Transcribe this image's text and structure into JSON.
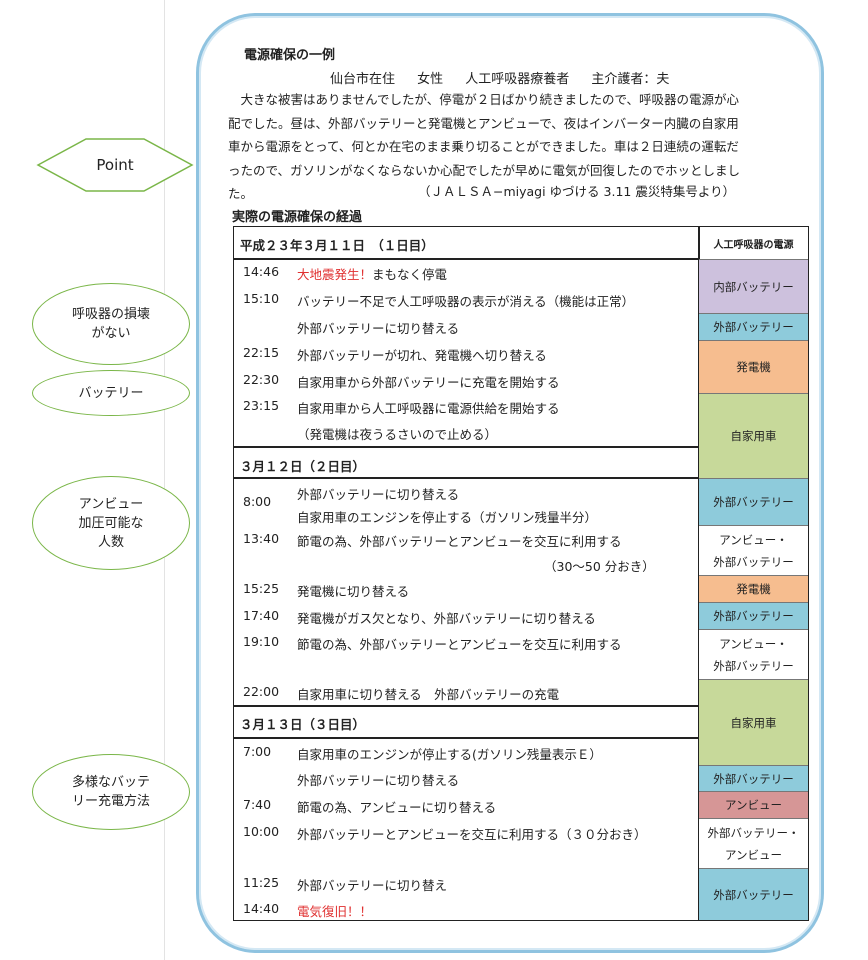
{
  "side": {
    "point_label": "Point",
    "callouts": [
      "呼吸器の損壊\nがない",
      "バッテリー",
      "アンビュー\n加圧可能な\n人数",
      "多様なバッテ\nリー充電方法"
    ]
  },
  "article": {
    "title": "電源確保の一例",
    "byline": "仙台市在住 女性 人工呼吸器療養者 主介護者：夫",
    "paragraph_lines": [
      "　大きな被害はありませんでしたが、停電が２日ばかり続きましたので、呼吸器の電源が心",
      "配でした。昼は、外部バッテリーと発電機とアンビューで、夜はインバーター内臓の自家用",
      "車から電源をとって、何とか在宅のまま乗り切ることができました。車は２日連続の運転だ",
      "ったので、ガソリンがなくならないか心配でしたが早めに電気が回復したのでホッとしまし",
      "た。"
    ],
    "source": "（ＪＡＬＳＡ−miyagi ゆづける 3.11 震災特集号より）",
    "subtitle": "実際の電源確保の経過"
  },
  "table": {
    "power_header": "人工呼吸器の電源",
    "days": [
      "平成２３年３月１１日　（１日目）",
      "３月１２日（２日目）",
      "３月１３日（３日目）"
    ],
    "events": [
      {
        "time": "14:46",
        "red": "大地震発生！",
        "text": "まもなく停電"
      },
      {
        "time": "15:10",
        "text": "バッテリー不足で人工呼吸器の表示が消える（機能は正常）"
      },
      {
        "time": "",
        "text": "外部バッテリーに切り替える"
      },
      {
        "time": "22:15",
        "text": "外部バッテリーが切れ、発電機へ切り替える"
      },
      {
        "time": "22:30",
        "text": "自家用車から外部バッテリーに充電を開始する"
      },
      {
        "time": "23:15",
        "text": "自家用車から人工呼吸器に電源供給を開始する"
      },
      {
        "time": "",
        "text": "（発電機は夜うるさいので止める）"
      },
      {
        "time": "8:00",
        "text": "外部バッテリーに切り替える"
      },
      {
        "time": "",
        "text": "自家用車のエンジンを停止する（ガソリン残量半分）"
      },
      {
        "time": "13:40",
        "text": "節電の為、外部バッテリーとアンビューを交互に利用する"
      },
      {
        "time": "",
        "text": "（30〜50 分おき）"
      },
      {
        "time": "15:25",
        "text": "発電機に切り替える"
      },
      {
        "time": "17:40",
        "text": "発電機がガス欠となり、外部バッテリーに切り替える"
      },
      {
        "time": "19:10",
        "text": "節電の為、外部バッテリーとアンビューを交互に利用する"
      },
      {
        "time": "22:00",
        "text": "自家用車に切り替える　外部バッテリーの充電"
      },
      {
        "time": "7:00",
        "text": "自家用車のエンジンが停止する(ガソリン残量表示Ｅ）"
      },
      {
        "time": "",
        "text": "外部バッテリーに切り替える"
      },
      {
        "time": "7:40",
        "text": "節電の為、アンビューに切り替える"
      },
      {
        "time": "10:00",
        "text": "外部バッテリーとアンビューを交互に利用する（３０分おき）"
      },
      {
        "time": "11:25",
        "text": "外部バッテリーに切り替え"
      },
      {
        "time": "14:40",
        "red": "電気復旧！！",
        "text": ""
      }
    ],
    "power": [
      {
        "label": "内部バッテリー",
        "color": "#cdc1dd"
      },
      {
        "label": "外部バッテリー",
        "color": "#8ecbdb"
      },
      {
        "label": "発電機",
        "color": "#f6bd8f"
      },
      {
        "label": "自家用車",
        "color": "#c7d99a"
      },
      {
        "label": "外部バッテリー",
        "color": "#8ecbdb"
      },
      {
        "label": "アンビュー・\n外部バッテリー",
        "color": "#ffffff"
      },
      {
        "label": "発電機",
        "color": "#f6bd8f"
      },
      {
        "label": "外部バッテリー",
        "color": "#8ecbdb"
      },
      {
        "label": "アンビュー・\n外部バッテリー",
        "color": "#ffffff"
      },
      {
        "label": "自家用車",
        "color": "#c7d99a"
      },
      {
        "label": "外部バッテリー",
        "color": "#8ecbdb"
      },
      {
        "label": "アンビュー",
        "color": "#d69696"
      },
      {
        "label": "外部バッテリー・\nアンビュー",
        "color": "#ffffff"
      },
      {
        "label": "外部バッテリー",
        "color": "#8ecbdb"
      }
    ]
  }
}
